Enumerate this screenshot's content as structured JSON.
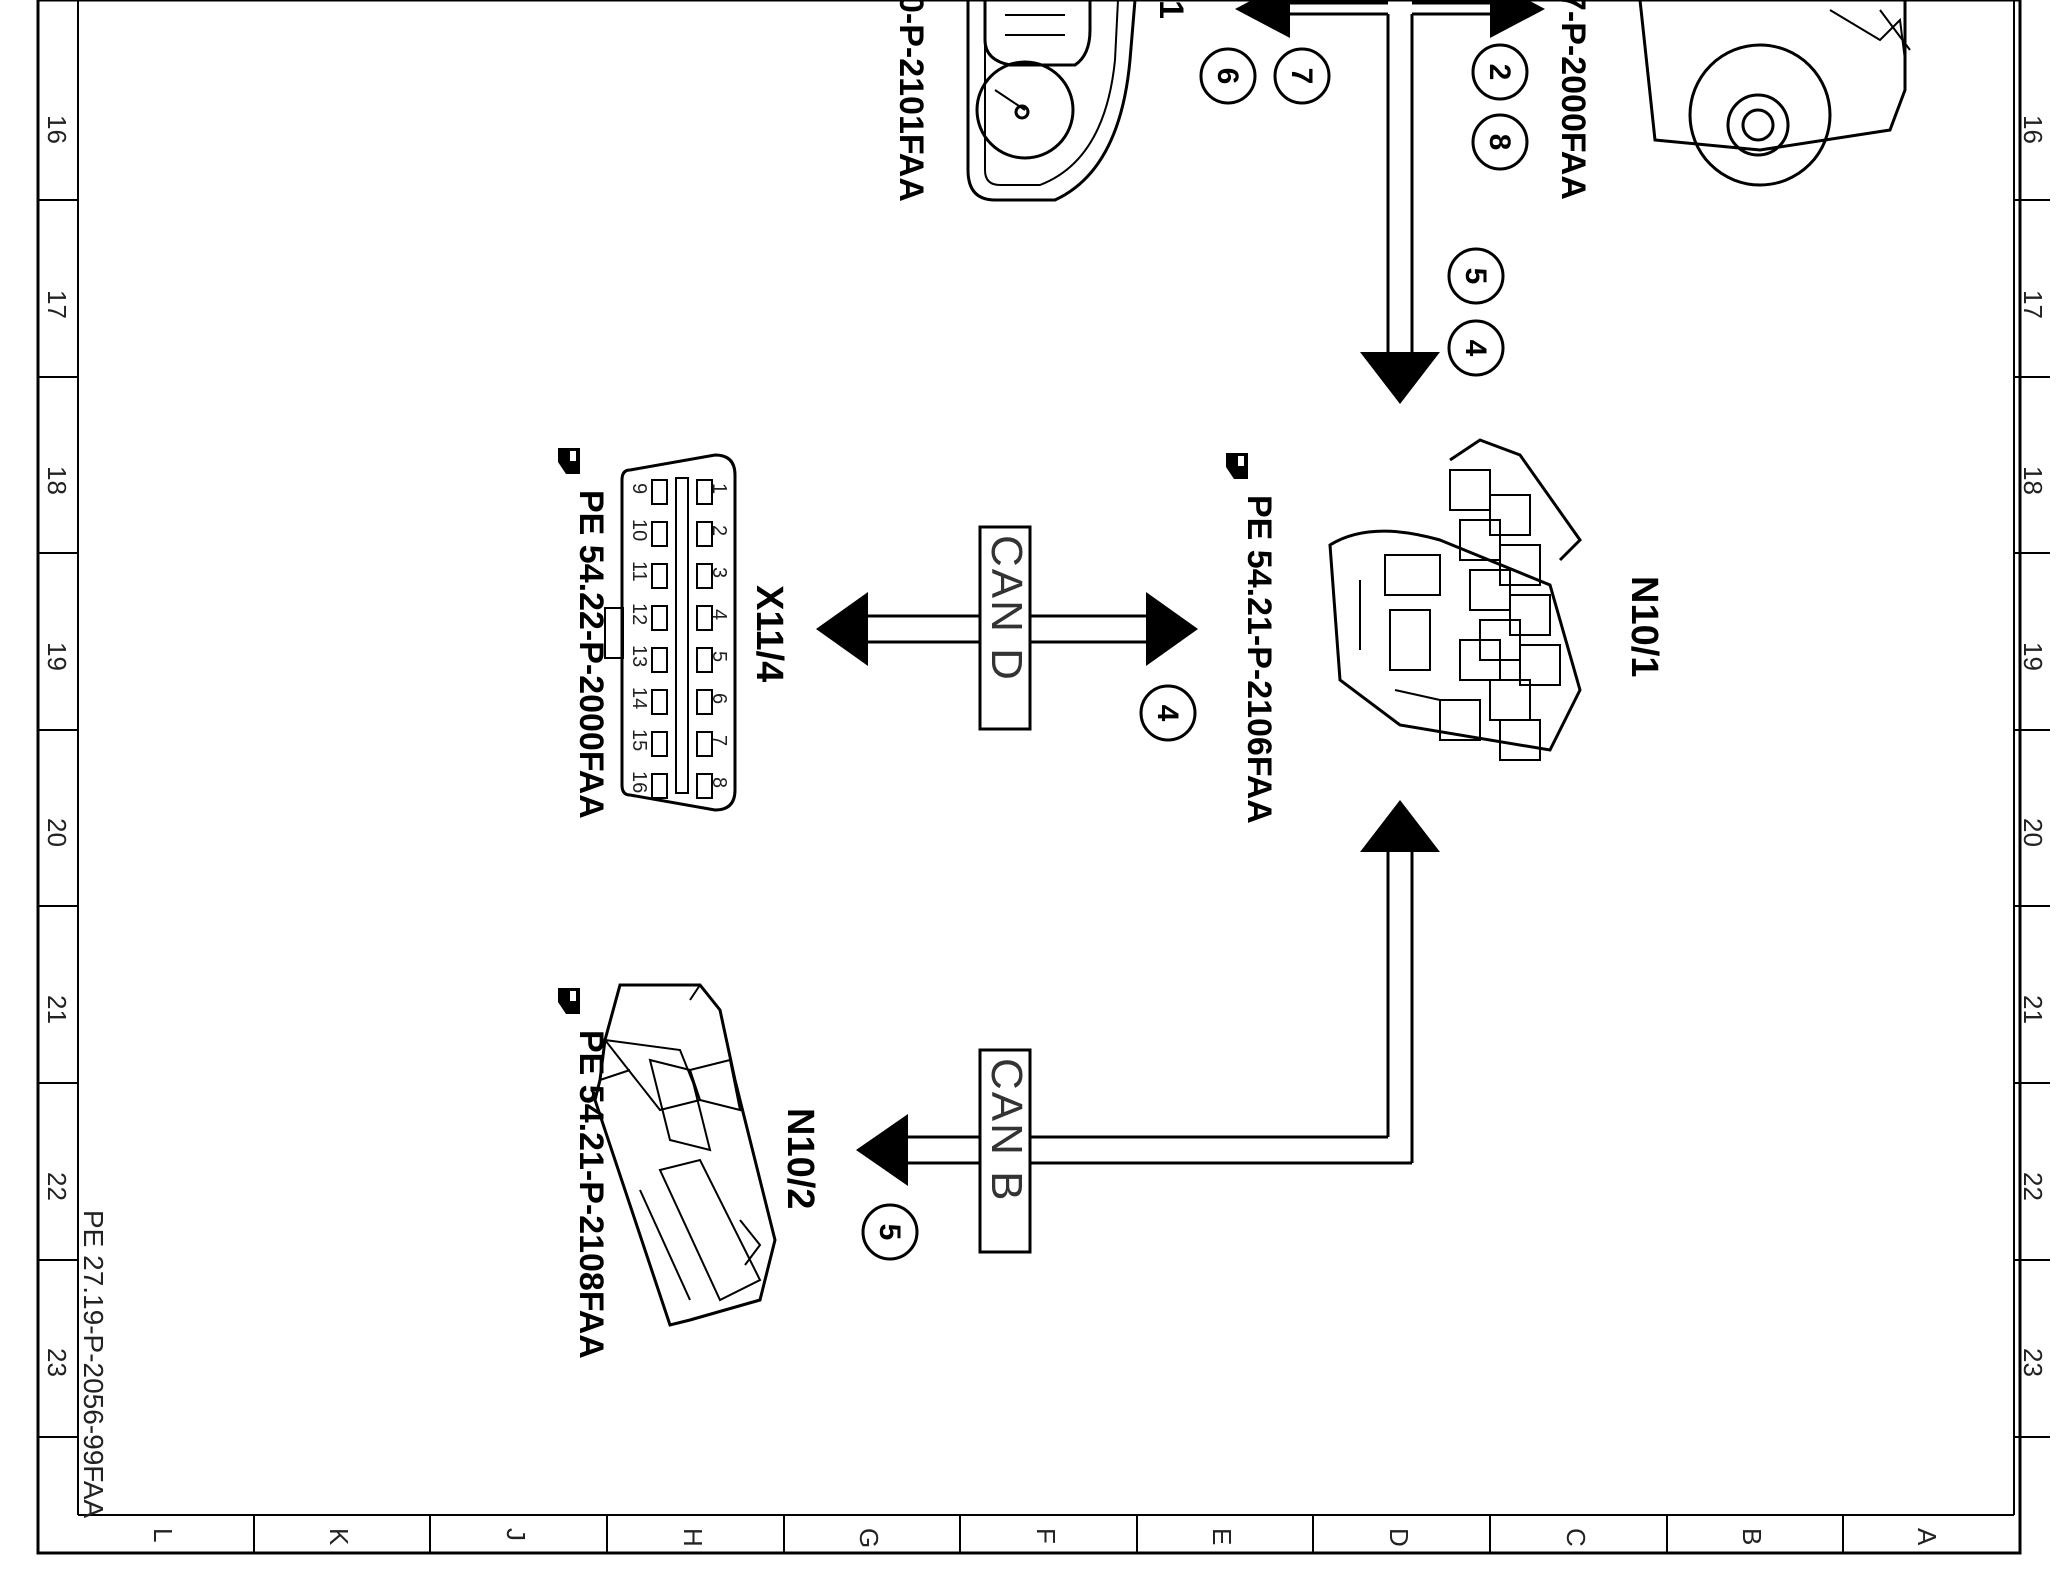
{
  "sheet": {
    "grid_rows": [
      "16",
      "17",
      "18",
      "19",
      "20",
      "21",
      "22",
      "23"
    ],
    "grid_cols": [
      "L",
      "K",
      "J",
      "H",
      "G",
      "F",
      "E",
      "D",
      "C",
      "B",
      "A"
    ],
    "stamp": "PE 27.19-P-2056-99FAA"
  },
  "components": {
    "n10_1": {
      "id": "N10/1",
      "ref": "PE 54.21-P-2106FAA"
    },
    "x11_4": {
      "id": "X11/4",
      "ref": "PE 54.22-P-2000FAA",
      "pins": [
        "1",
        "2",
        "3",
        "4",
        "5",
        "6",
        "7",
        "8",
        "9",
        "10",
        "11",
        "12",
        "13",
        "14",
        "15",
        "16"
      ]
    },
    "n10_2": {
      "id": "N10/2",
      "ref": "PE 54.21-P-2108FAA"
    },
    "top_left": {
      "ref_fragment": "0-P-2101FAA",
      "id_fragment": "1"
    },
    "top_right": {
      "ref_fragment": "7-P-2000FAA"
    }
  },
  "buses": {
    "can_d": {
      "label": "CAN D",
      "marker": "4"
    },
    "can_b": {
      "label": "CAN B",
      "marker": "5"
    }
  },
  "markers": {
    "top_left": [
      "7",
      "6"
    ],
    "top_right": [
      "2",
      "8"
    ],
    "n10_1_input": [
      "5",
      "4"
    ]
  }
}
